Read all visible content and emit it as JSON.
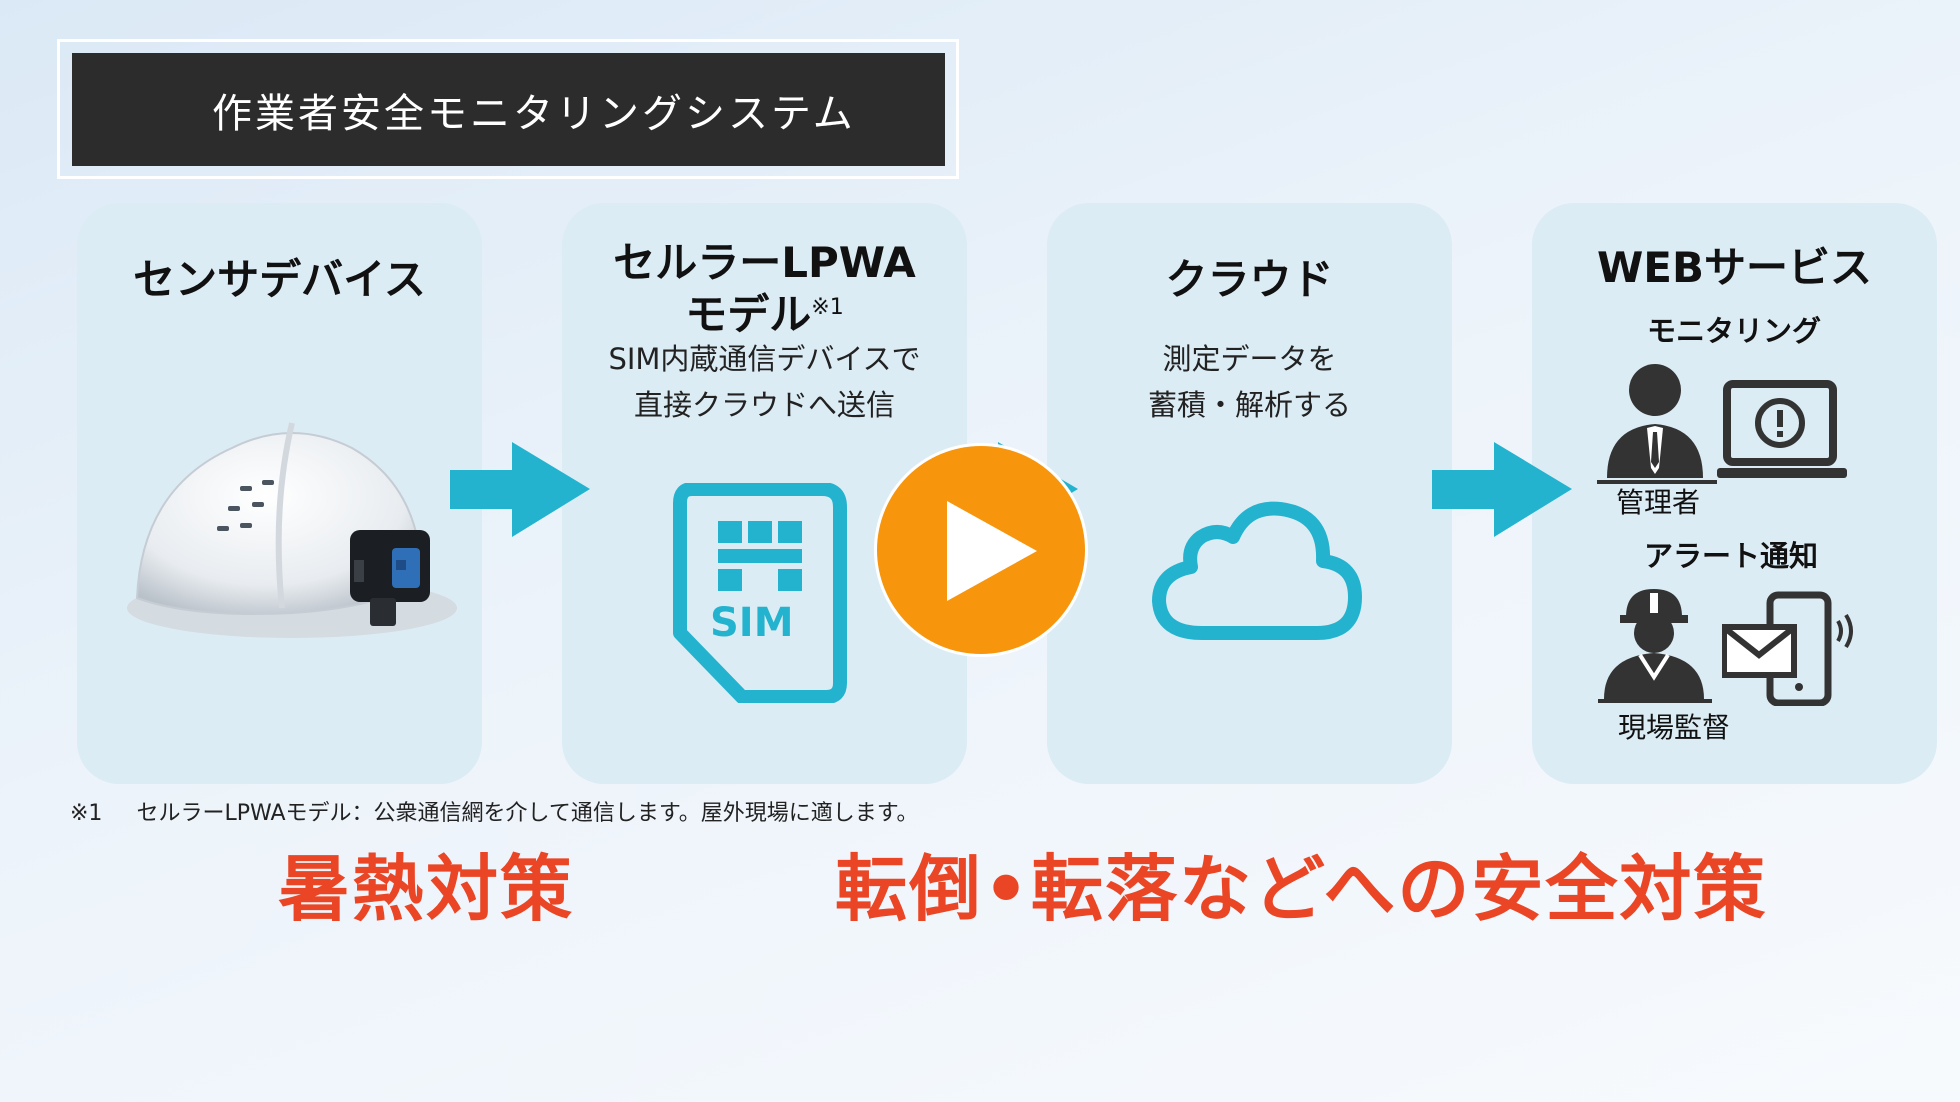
{
  "header": {
    "title": "作業者安全モニタリングシステム"
  },
  "cards": [
    {
      "title": "センサデバイス"
    },
    {
      "title_line1": "セルラーLPWA",
      "title_line2": "モデル",
      "note_mark": "※1",
      "desc_line1": "SIM内蔵通信デバイスで",
      "desc_line2": "直接クラウドへ送信",
      "sim_label": "SIM"
    },
    {
      "title": "クラウド",
      "desc_line1": "測定データを",
      "desc_line2": "蓄積・解析する"
    },
    {
      "title": "WEBサービス",
      "monitoring_label": "モニタリング",
      "manager_label": "管理者",
      "alert_label": "アラート通知",
      "supervisor_label": "現場監督"
    }
  ],
  "footnote": {
    "mark": "※1",
    "text": "セルラーLPWAモデル：公衆通信網を介して通信します。屋外現場に適します。"
  },
  "highlights": {
    "left": "暑熱対策",
    "right": "転倒•転落などへの安全対策"
  },
  "icons": [
    "helmet-sensor-icon",
    "sim-card-icon",
    "cloud-icon",
    "manager-icon",
    "laptop-alert-icon",
    "supervisor-icon",
    "smartphone-mail-icon",
    "play-icon",
    "arrow-right-icon"
  ],
  "colors": {
    "accent": "#24b3cf",
    "highlight": "#ea4524",
    "play": "#f7960d",
    "card": "#dcecf4",
    "title_bg": "#2c2c2c"
  }
}
